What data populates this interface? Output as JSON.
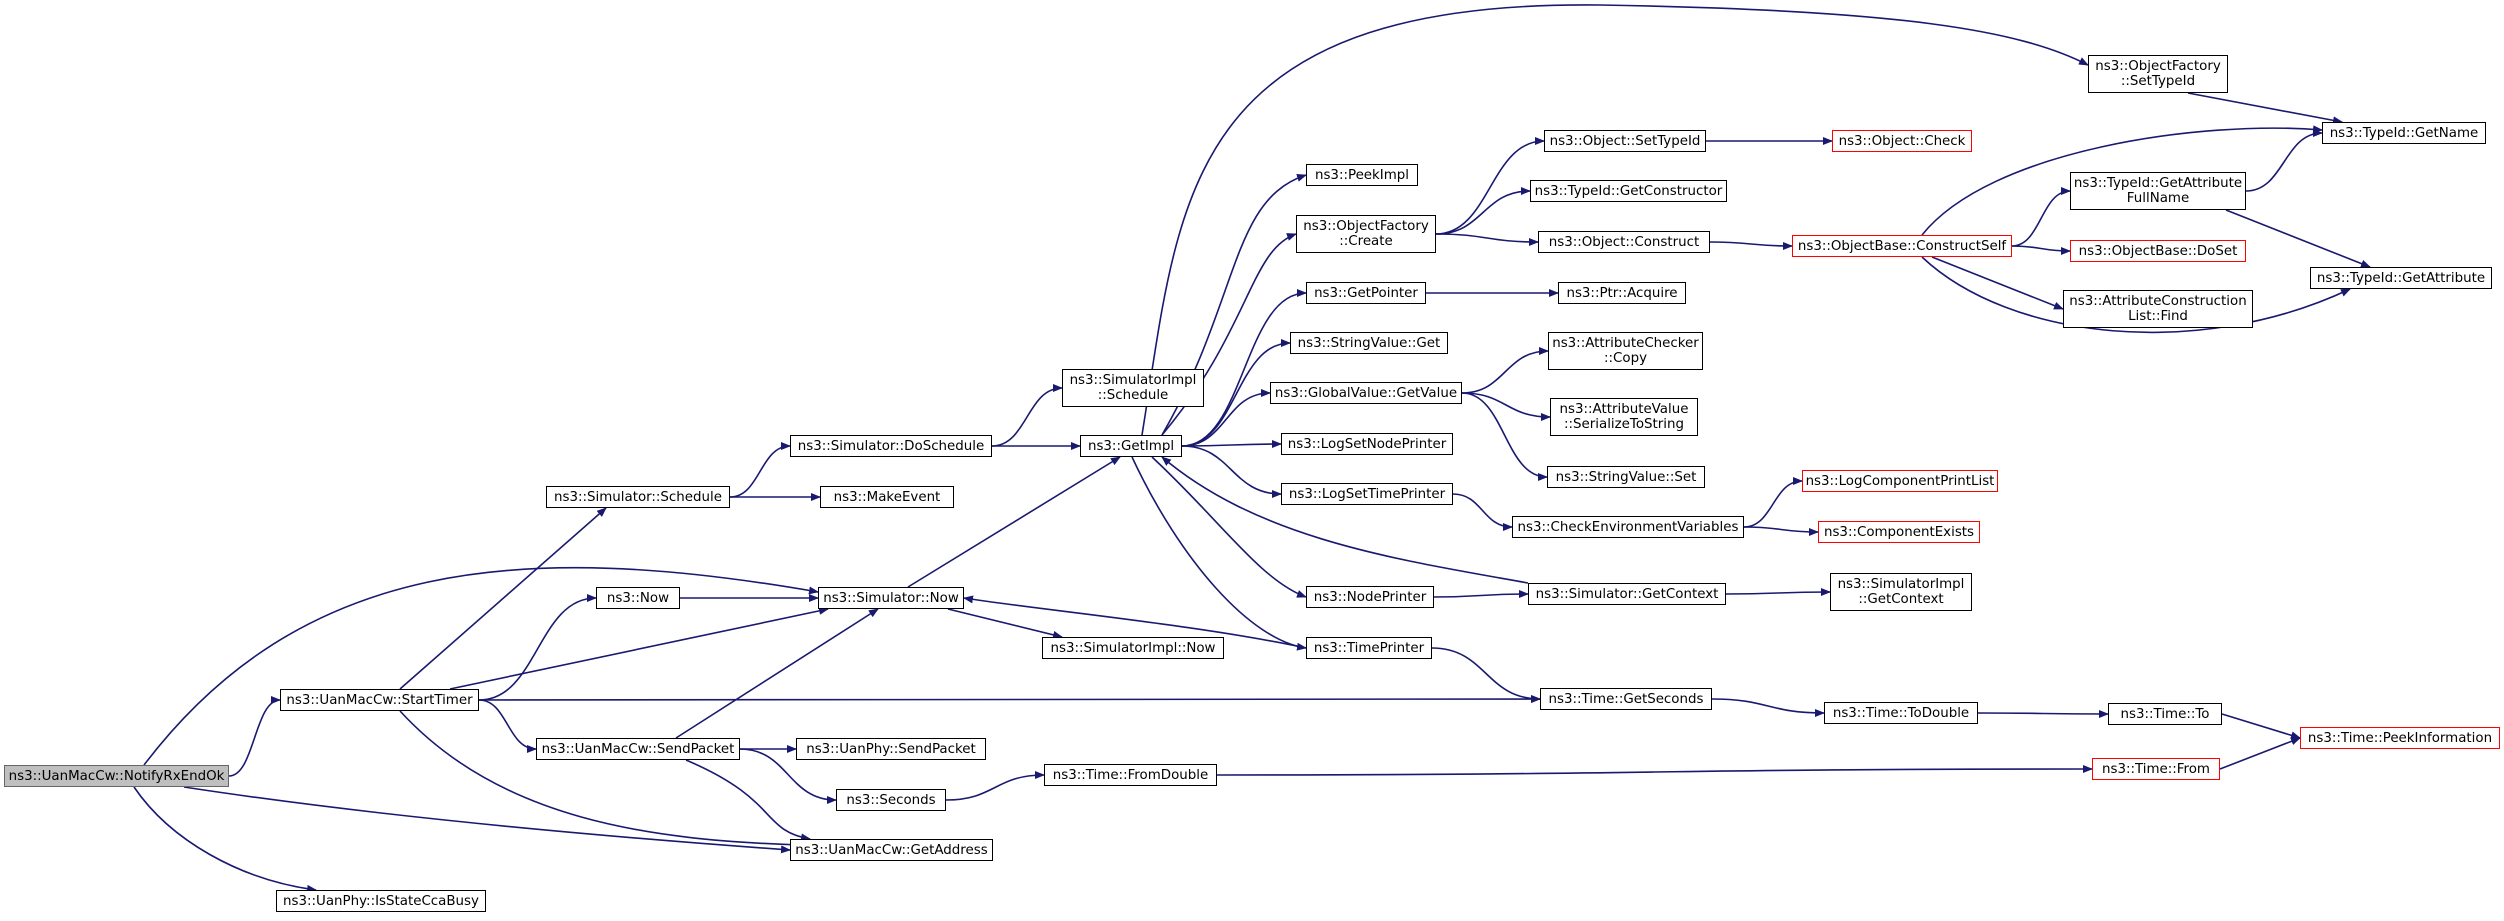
{
  "graph": {
    "root": "NotifyRxEndOk",
    "nodes": [
      {
        "id": "NotifyRxEndOk",
        "lines": [
          "ns3::UanMacCw::NotifyRxEndOk"
        ],
        "style": "root"
      },
      {
        "id": "StartTimer",
        "lines": [
          "ns3::UanMacCw::StartTimer"
        ],
        "style": "black"
      },
      {
        "id": "IsStateCcaBusy",
        "lines": [
          "ns3::UanPhy::IsStateCcaBusy"
        ],
        "style": "black"
      },
      {
        "id": "SimSchedule",
        "lines": [
          "ns3::Simulator::Schedule"
        ],
        "style": "black"
      },
      {
        "id": "Ns3Now",
        "lines": [
          "ns3::Now"
        ],
        "style": "black"
      },
      {
        "id": "SendPacket",
        "lines": [
          "ns3::UanMacCw::SendPacket"
        ],
        "style": "black"
      },
      {
        "id": "SimDoSchedule",
        "lines": [
          "ns3::Simulator::DoSchedule"
        ],
        "style": "black"
      },
      {
        "id": "MakeEvent",
        "lines": [
          "ns3::MakeEvent"
        ],
        "style": "black"
      },
      {
        "id": "SimNow",
        "lines": [
          "ns3::Simulator::Now"
        ],
        "style": "black"
      },
      {
        "id": "GetAddress",
        "lines": [
          "ns3::UanMacCw::GetAddress"
        ],
        "style": "black"
      },
      {
        "id": "PhySendPacket",
        "lines": [
          "ns3::UanPhy::SendPacket"
        ],
        "style": "black"
      },
      {
        "id": "Seconds",
        "lines": [
          "ns3::Seconds"
        ],
        "style": "black"
      },
      {
        "id": "SimImplSchedule",
        "lines": [
          "ns3::SimulatorImpl",
          "::Schedule"
        ],
        "style": "black"
      },
      {
        "id": "SimImplNow",
        "lines": [
          "ns3::SimulatorImpl::Now"
        ],
        "style": "black"
      },
      {
        "id": "FromDouble",
        "lines": [
          "ns3::Time::FromDouble"
        ],
        "style": "black"
      },
      {
        "id": "GetImpl",
        "lines": [
          "ns3::GetImpl"
        ],
        "style": "black"
      },
      {
        "id": "PeekImpl",
        "lines": [
          "ns3::PeekImpl"
        ],
        "style": "black"
      },
      {
        "id": "OFCreate",
        "lines": [
          "ns3::ObjectFactory",
          "::Create"
        ],
        "style": "black"
      },
      {
        "id": "GetPointer",
        "lines": [
          "ns3::GetPointer"
        ],
        "style": "black"
      },
      {
        "id": "StringValueGet",
        "lines": [
          "ns3::StringValue::Get"
        ],
        "style": "black"
      },
      {
        "id": "GVGetValue",
        "lines": [
          "ns3::GlobalValue::GetValue"
        ],
        "style": "black"
      },
      {
        "id": "LogSetNodePrinter",
        "lines": [
          "ns3::LogSetNodePrinter"
        ],
        "style": "black"
      },
      {
        "id": "LogSetTimePrinter",
        "lines": [
          "ns3::LogSetTimePrinter"
        ],
        "style": "black"
      },
      {
        "id": "NodePrinter",
        "lines": [
          "ns3::NodePrinter"
        ],
        "style": "black"
      },
      {
        "id": "TimePrinter",
        "lines": [
          "ns3::TimePrinter"
        ],
        "style": "black"
      },
      {
        "id": "ObjSetTypeId",
        "lines": [
          "ns3::Object::SetTypeId"
        ],
        "style": "black"
      },
      {
        "id": "TIGetConstructor",
        "lines": [
          "ns3::TypeId::GetConstructor"
        ],
        "style": "black"
      },
      {
        "id": "ObjConstruct",
        "lines": [
          "ns3::Object::Construct"
        ],
        "style": "black"
      },
      {
        "id": "PtrAcquire",
        "lines": [
          "ns3::Ptr::Acquire"
        ],
        "style": "black"
      },
      {
        "id": "ACCopy",
        "lines": [
          "ns3::AttributeChecker",
          "::Copy"
        ],
        "style": "black"
      },
      {
        "id": "AVSerialize",
        "lines": [
          "ns3::AttributeValue",
          "::SerializeToString"
        ],
        "style": "black"
      },
      {
        "id": "StringValueSet",
        "lines": [
          "ns3::StringValue::Set"
        ],
        "style": "black"
      },
      {
        "id": "CheckEnvVars",
        "lines": [
          "ns3::CheckEnvironmentVariables"
        ],
        "style": "black"
      },
      {
        "id": "SimGetContext",
        "lines": [
          "ns3::Simulator::GetContext"
        ],
        "style": "black"
      },
      {
        "id": "TimeGetSeconds",
        "lines": [
          "ns3::Time::GetSeconds"
        ],
        "style": "black"
      },
      {
        "id": "OFSetTypeId",
        "lines": [
          "ns3::ObjectFactory",
          "::SetTypeId"
        ],
        "style": "black"
      },
      {
        "id": "ObjCheck",
        "lines": [
          "ns3::Object::Check"
        ],
        "style": "red"
      },
      {
        "id": "OBConstructSelf",
        "lines": [
          "ns3::ObjectBase::ConstructSelf"
        ],
        "style": "red"
      },
      {
        "id": "LogCompPrintList",
        "lines": [
          "ns3::LogComponentPrintList"
        ],
        "style": "red"
      },
      {
        "id": "ComponentExists",
        "lines": [
          "ns3::ComponentExists"
        ],
        "style": "red"
      },
      {
        "id": "SimImplGetContext",
        "lines": [
          "ns3::SimulatorImpl",
          "::GetContext"
        ],
        "style": "black"
      },
      {
        "id": "TimeToDouble",
        "lines": [
          "ns3::Time::ToDouble"
        ],
        "style": "black"
      },
      {
        "id": "TimeTo",
        "lines": [
          "ns3::Time::To"
        ],
        "style": "black"
      },
      {
        "id": "TimeFrom",
        "lines": [
          "ns3::Time::From"
        ],
        "style": "red"
      },
      {
        "id": "TIGetAttrFullName",
        "lines": [
          "ns3::TypeId::GetAttribute",
          "FullName"
        ],
        "style": "black"
      },
      {
        "id": "OBDoSet",
        "lines": [
          "ns3::ObjectBase::DoSet"
        ],
        "style": "red"
      },
      {
        "id": "ACLFind",
        "lines": [
          "ns3::AttributeConstruction",
          "List::Find"
        ],
        "style": "black"
      },
      {
        "id": "TIGetName",
        "lines": [
          "ns3::TypeId::GetName"
        ],
        "style": "black"
      },
      {
        "id": "TIGetAttribute",
        "lines": [
          "ns3::TypeId::GetAttribute"
        ],
        "style": "black"
      },
      {
        "id": "TimePeekInfo",
        "lines": [
          "ns3::Time::PeekInformation"
        ],
        "style": "red"
      }
    ],
    "edges": [
      [
        "NotifyRxEndOk",
        "StartTimer"
      ],
      [
        "NotifyRxEndOk",
        "IsStateCcaBusy"
      ],
      [
        "NotifyRxEndOk",
        "SimNow"
      ],
      [
        "NotifyRxEndOk",
        "GetAddress"
      ],
      [
        "StartTimer",
        "SimSchedule"
      ],
      [
        "StartTimer",
        "Ns3Now"
      ],
      [
        "StartTimer",
        "SimNow"
      ],
      [
        "StartTimer",
        "SendPacket"
      ],
      [
        "StartTimer",
        "GetAddress"
      ],
      [
        "StartTimer",
        "TimeGetSeconds"
      ],
      [
        "SimSchedule",
        "SimDoSchedule"
      ],
      [
        "SimSchedule",
        "MakeEvent"
      ],
      [
        "Ns3Now",
        "SimNow"
      ],
      [
        "SendPacket",
        "SimNow"
      ],
      [
        "SendPacket",
        "PhySendPacket"
      ],
      [
        "SendPacket",
        "Seconds"
      ],
      [
        "SendPacket",
        "GetAddress"
      ],
      [
        "SimDoSchedule",
        "SimImplSchedule"
      ],
      [
        "SimDoSchedule",
        "GetImpl"
      ],
      [
        "SimNow",
        "GetImpl"
      ],
      [
        "SimNow",
        "SimImplNow"
      ],
      [
        "Seconds",
        "FromDouble"
      ],
      [
        "FromDouble",
        "TimeFrom"
      ],
      [
        "GetImpl",
        "PeekImpl"
      ],
      [
        "GetImpl",
        "OFCreate"
      ],
      [
        "GetImpl",
        "GetPointer"
      ],
      [
        "GetImpl",
        "StringValueGet"
      ],
      [
        "GetImpl",
        "GVGetValue"
      ],
      [
        "GetImpl",
        "LogSetNodePrinter"
      ],
      [
        "GetImpl",
        "LogSetTimePrinter"
      ],
      [
        "GetImpl",
        "NodePrinter"
      ],
      [
        "GetImpl",
        "TimePrinter"
      ],
      [
        "GetImpl",
        "OFSetTypeId"
      ],
      [
        "OFCreate",
        "ObjSetTypeId"
      ],
      [
        "OFCreate",
        "TIGetConstructor"
      ],
      [
        "OFCreate",
        "ObjConstruct"
      ],
      [
        "GetPointer",
        "PtrAcquire"
      ],
      [
        "GVGetValue",
        "ACCopy"
      ],
      [
        "GVGetValue",
        "AVSerialize"
      ],
      [
        "GVGetValue",
        "StringValueSet"
      ],
      [
        "LogSetTimePrinter",
        "CheckEnvVars"
      ],
      [
        "NodePrinter",
        "SimGetContext"
      ],
      [
        "TimePrinter",
        "SimNow"
      ],
      [
        "TimePrinter",
        "TimeGetSeconds"
      ],
      [
        "ObjSetTypeId",
        "ObjCheck"
      ],
      [
        "ObjConstruct",
        "OBConstructSelf"
      ],
      [
        "CheckEnvVars",
        "LogCompPrintList"
      ],
      [
        "CheckEnvVars",
        "ComponentExists"
      ],
      [
        "SimGetContext",
        "GetImpl"
      ],
      [
        "SimGetContext",
        "SimImplGetContext"
      ],
      [
        "TimeGetSeconds",
        "TimeToDouble"
      ],
      [
        "TimeToDouble",
        "TimeTo"
      ],
      [
        "TimeTo",
        "TimePeekInfo"
      ],
      [
        "TimeFrom",
        "TimePeekInfo"
      ],
      [
        "OFSetTypeId",
        "TIGetName"
      ],
      [
        "OBConstructSelf",
        "TIGetAttrFullName"
      ],
      [
        "OBConstructSelf",
        "OBDoSet"
      ],
      [
        "OBConstructSelf",
        "ACLFind"
      ],
      [
        "OBConstructSelf",
        "TIGetName"
      ],
      [
        "OBConstructSelf",
        "TIGetAttribute"
      ],
      [
        "TIGetAttrFullName",
        "TIGetName"
      ],
      [
        "TIGetAttrFullName",
        "TIGetAttribute"
      ]
    ]
  }
}
